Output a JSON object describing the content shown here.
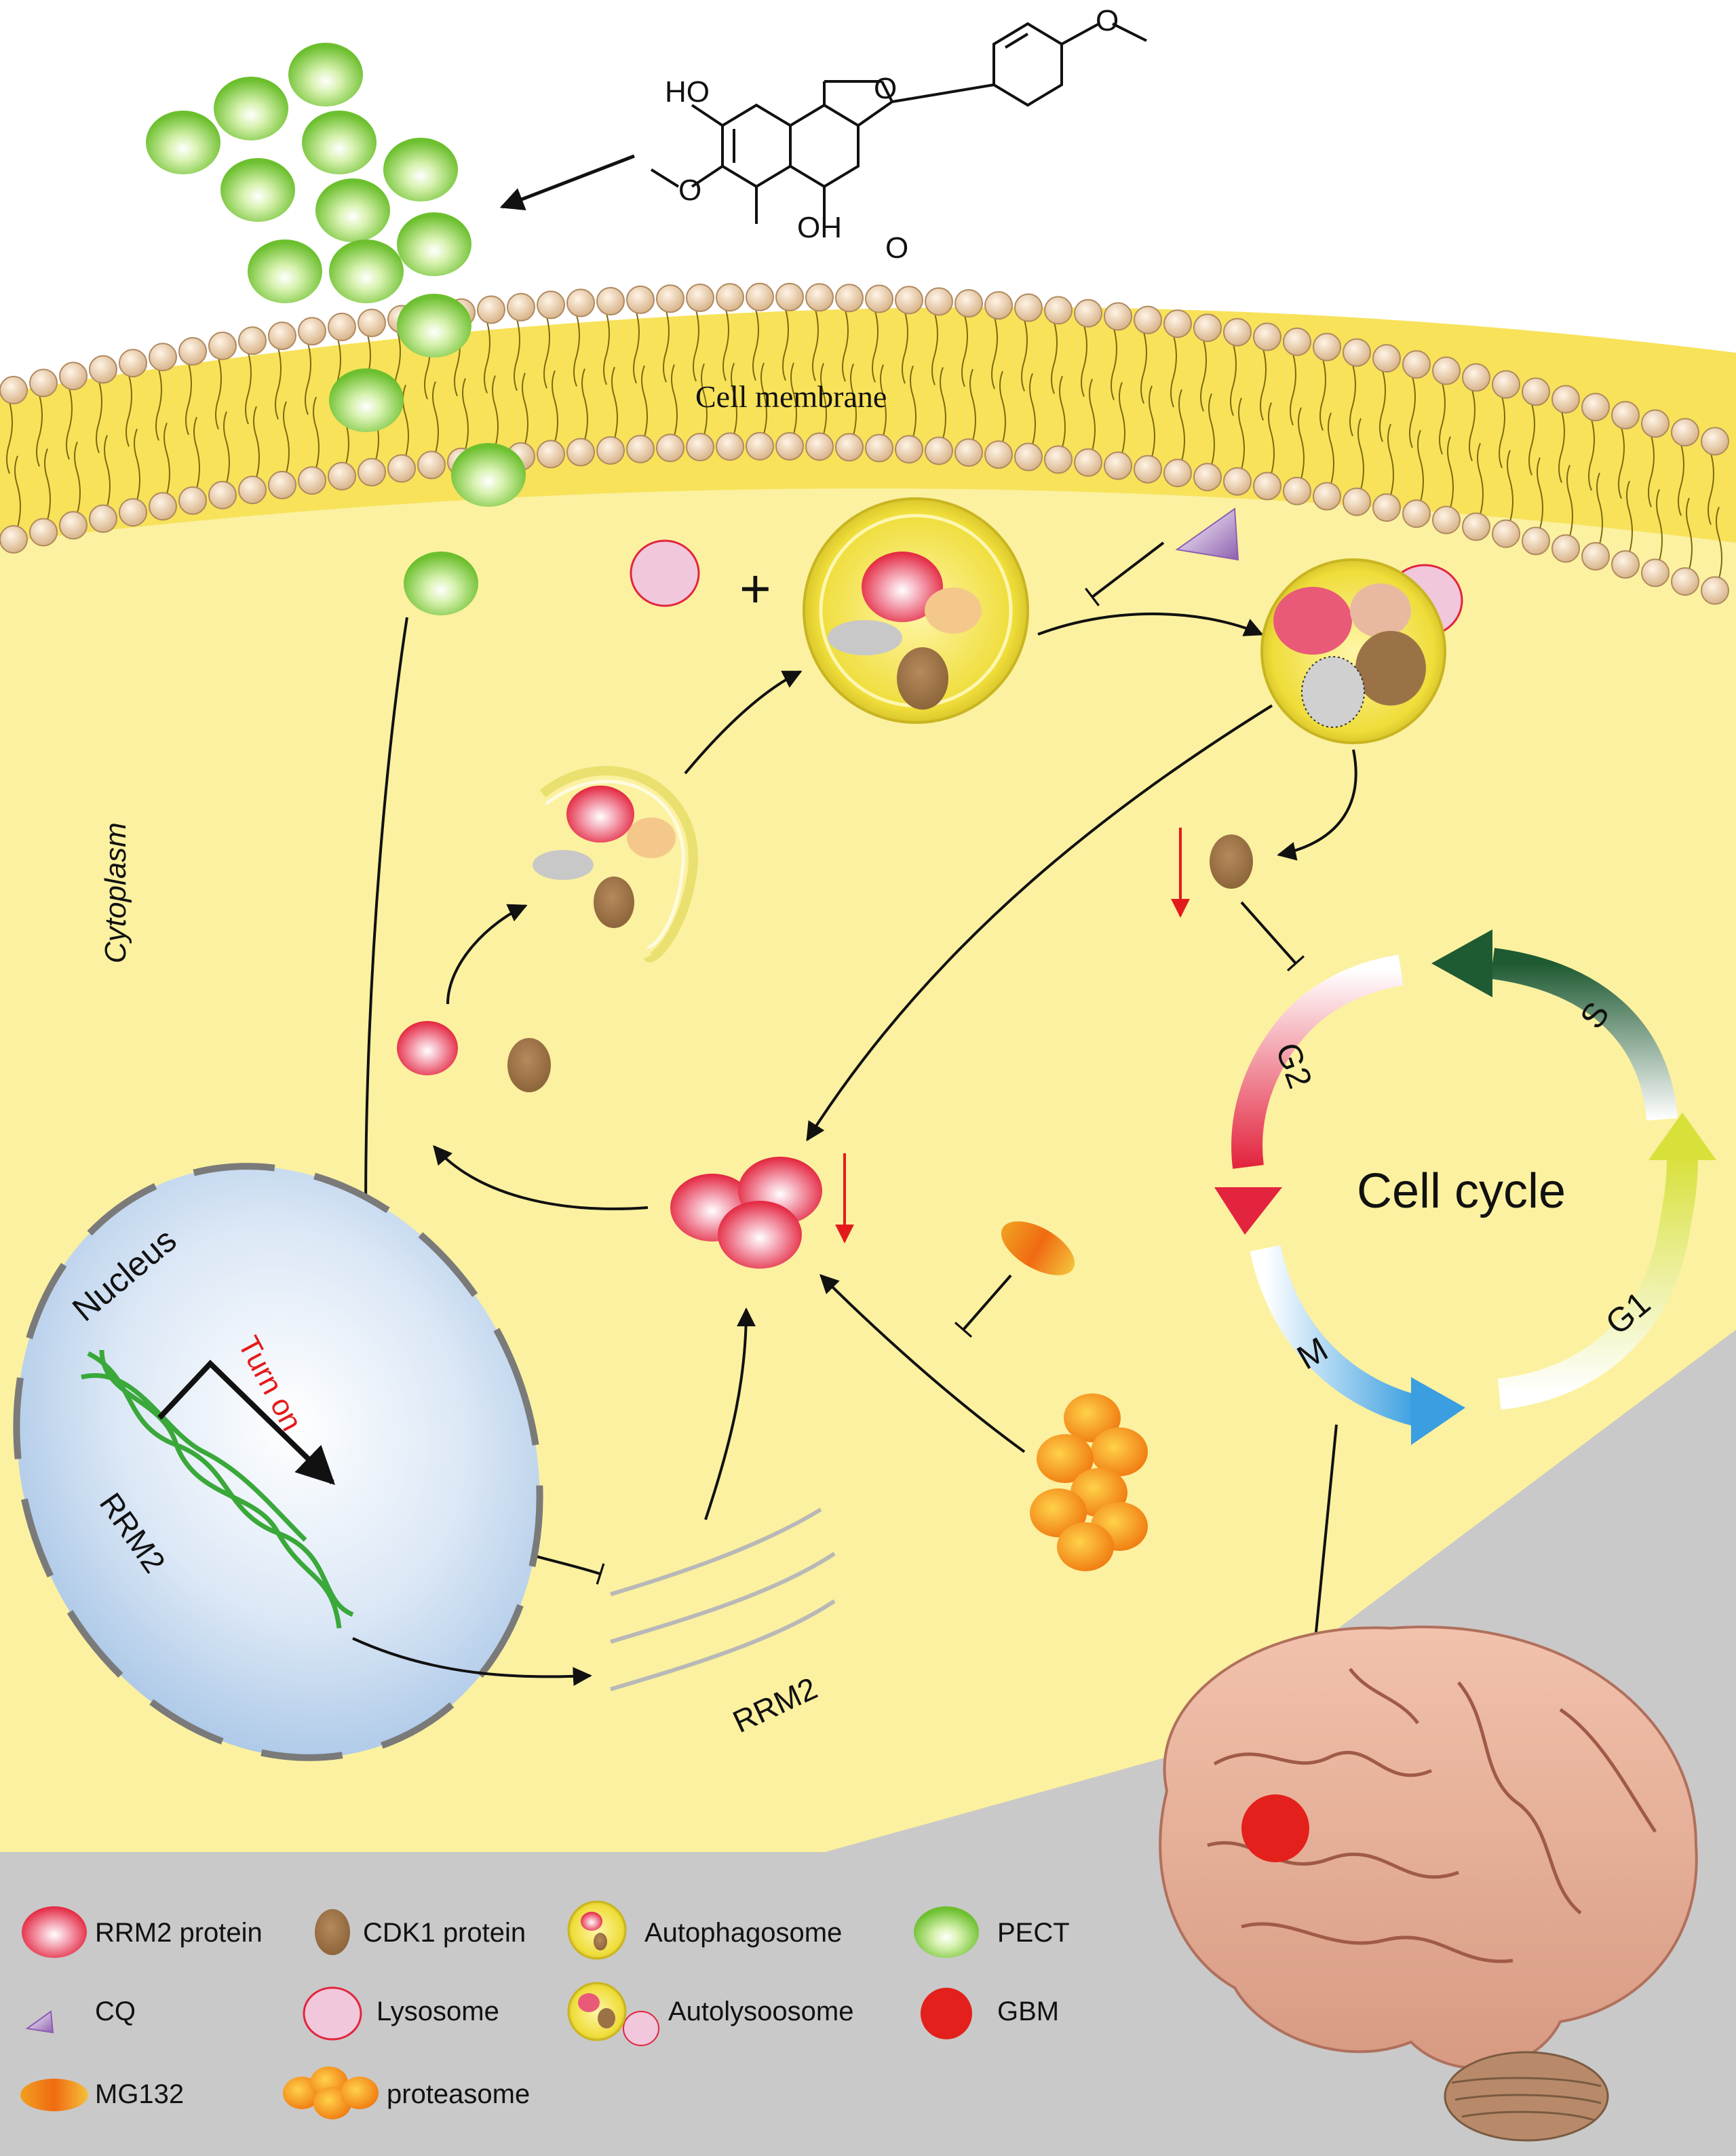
{
  "molecule": {
    "name_visible": "",
    "labels": {
      "ho_top": "HO",
      "oh_bottom": "OH",
      "methoxy_left": "O",
      "methoxy_top": "O",
      "ring_o": "O",
      "carbonyl_o": "O"
    }
  },
  "regions": {
    "cell_membrane": "Cell membrane",
    "cytoplasm": "Cytoplasm",
    "nucleus": "Nucleus"
  },
  "nucleus_items": {
    "turn_on": "Turn on",
    "gene": "RRM2"
  },
  "mrna_label": "RRM2",
  "signs": {
    "plus": "+"
  },
  "cell_cycle": {
    "title": "Cell cycle",
    "phases": [
      "G2",
      "S",
      "G1",
      "M"
    ]
  },
  "legend": [
    {
      "symbol": "rrm2-protein",
      "label": "RRM2 protein"
    },
    {
      "symbol": "cdk1-protein",
      "label": "CDK1 protein"
    },
    {
      "symbol": "autophagosome",
      "label": "Autophagosome"
    },
    {
      "symbol": "pect",
      "label": "PECT"
    },
    {
      "symbol": "cq",
      "label": "CQ"
    },
    {
      "symbol": "lysosome",
      "label": "Lysosome"
    },
    {
      "symbol": "autolysosome",
      "label": "Autolysoosome"
    },
    {
      "symbol": "gbm",
      "label": "GBM"
    },
    {
      "symbol": "mg132",
      "label": "MG132"
    },
    {
      "symbol": "proteasome",
      "label": "proteasome"
    }
  ],
  "colors": {
    "cytoplasm_yellow": "#fbf1a0",
    "membrane_yellow": "#f7e25a",
    "lipid_head": "#e9c9a0",
    "pect_green": "#8ad24a",
    "rrm2_red": "#e8334a",
    "cdk1_brown": "#9b7246",
    "lysosome_pink": "#e8b9d4",
    "cq_purple": "#a07ab8",
    "gbm_red": "#e3201b",
    "background_gray": "#c9c9c9",
    "inhibit_red": "#e31a1c"
  }
}
